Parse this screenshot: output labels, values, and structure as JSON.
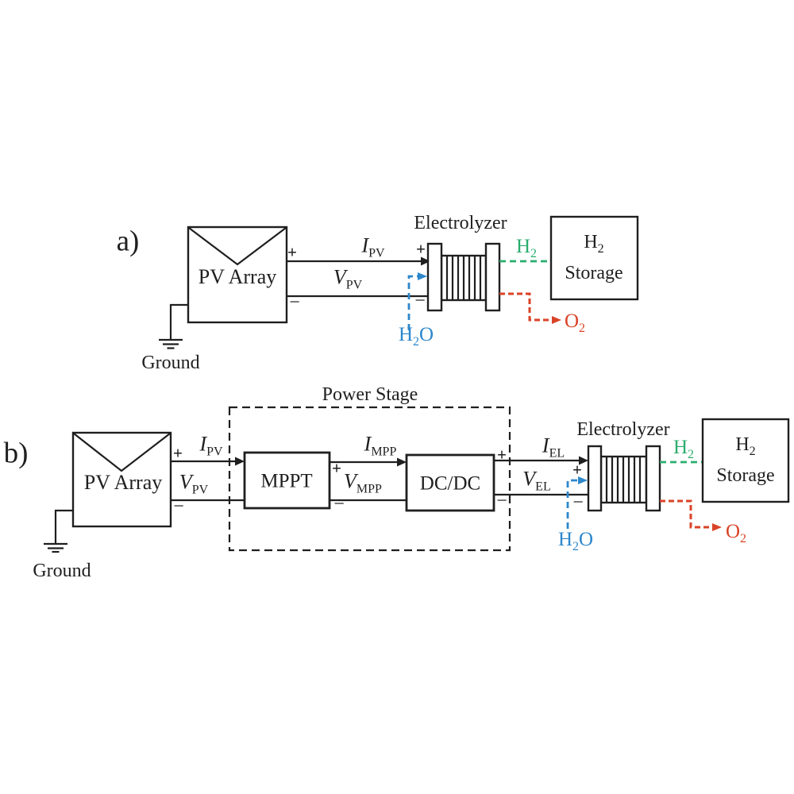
{
  "palette": {
    "ink": "#1f1f1f",
    "blue": "#2d87cb",
    "green": "#2aad6e",
    "red": "#da4327",
    "bg": "#ffffff"
  },
  "symbols": {
    "plus": "+",
    "minus": "−"
  },
  "diagram_a": {
    "panel_label": "a)",
    "pv_array": "PV Array",
    "ground": "Ground",
    "electrolyzer": "Electrolyzer",
    "i_pv": {
      "base": "I",
      "sub": "PV"
    },
    "v_pv": {
      "base": "V",
      "sub": "PV"
    },
    "h2": {
      "base": "H",
      "sub": "2",
      "post": ""
    },
    "h2o": {
      "base": "H",
      "sub": "2",
      "post": "O"
    },
    "o2": {
      "base": "O",
      "sub": "2",
      "post": ""
    },
    "storage": {
      "line1_base": "H",
      "line1_sub": "2",
      "line2": "Storage"
    }
  },
  "diagram_b": {
    "panel_label": "b)",
    "pv_array": "PV Array",
    "ground": "Ground",
    "power_stage": "Power Stage",
    "mppt": "MPPT",
    "dcdc": "DC/DC",
    "electrolyzer": "Electrolyzer",
    "i_pv": {
      "base": "I",
      "sub": "PV"
    },
    "v_pv": {
      "base": "V",
      "sub": "PV"
    },
    "i_mpp": {
      "base": "I",
      "sub": "MPP"
    },
    "v_mpp": {
      "base": "V",
      "sub": "MPP"
    },
    "i_el": {
      "base": "I",
      "sub": "EL"
    },
    "v_el": {
      "base": "V",
      "sub": "EL"
    },
    "h2": {
      "base": "H",
      "sub": "2",
      "post": ""
    },
    "h2o": {
      "base": "H",
      "sub": "2",
      "post": "O"
    },
    "o2": {
      "base": "O",
      "sub": "2",
      "post": ""
    },
    "storage": {
      "line1_base": "H",
      "line1_sub": "2",
      "line2": "Storage"
    }
  }
}
